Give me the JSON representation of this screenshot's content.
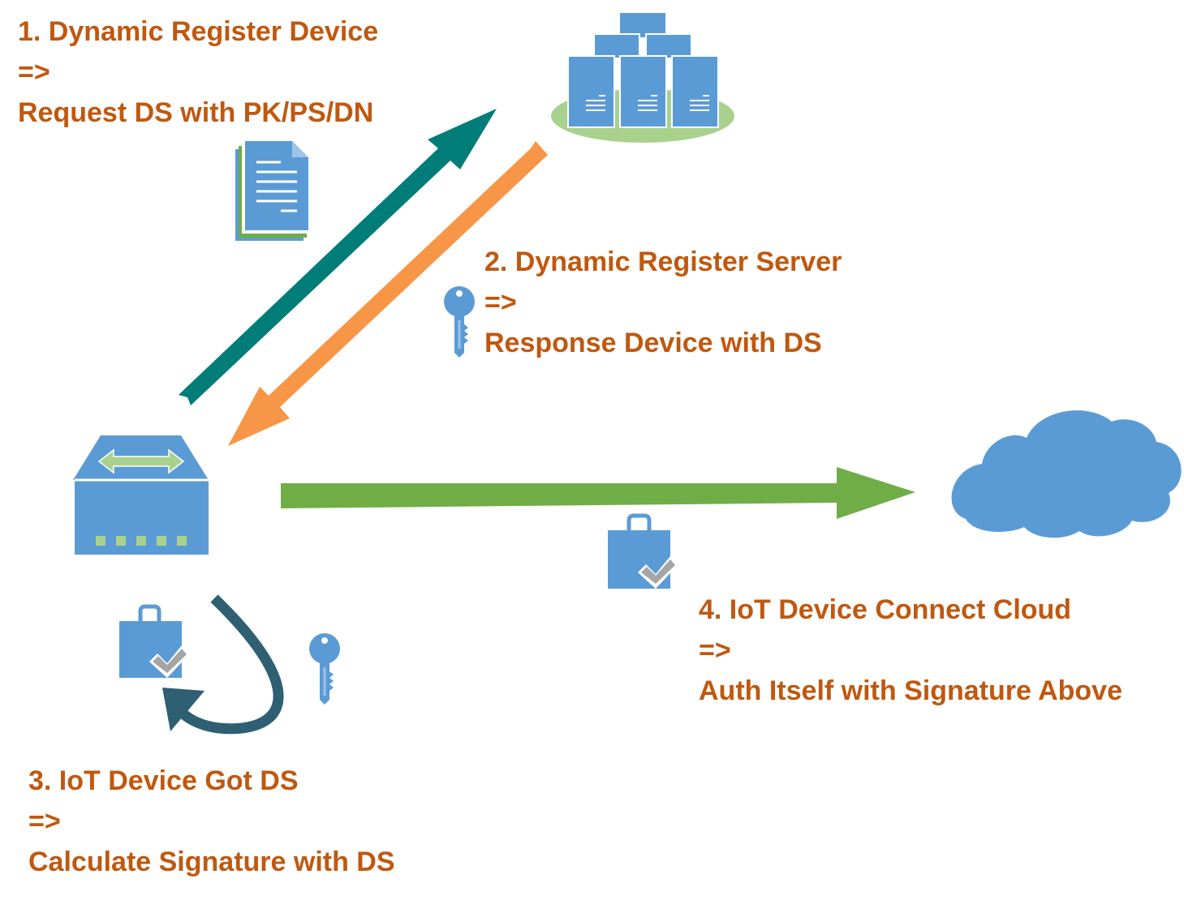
{
  "steps": [
    {
      "title": "1. Dynamic Register Device",
      "arrow": "=>",
      "detail": "Request DS with PK/PS/DN"
    },
    {
      "title": "2. Dynamic Register Server",
      "arrow": "=>",
      "detail": "Response Device with DS"
    },
    {
      "title": "3. IoT Device Got DS",
      "arrow": "=>",
      "detail": "Calculate Signature with DS"
    },
    {
      "title": "4. IoT Device Connect Cloud",
      "arrow": "=>",
      "detail": "Auth Itself with Signature Above"
    }
  ],
  "colors": {
    "text": "#c0580f",
    "icon_blue": "#5b9bd5",
    "request_arrow": "#007d78",
    "response_arrow": "#f79646",
    "connect_arrow": "#70ad47",
    "loop_arrow": "#2f5f73",
    "server_base": "#a9d18e"
  },
  "icons": [
    "server-cluster-icon",
    "document-icon",
    "key-icon",
    "network-device-icon",
    "cloud-icon",
    "certificate-bag-icon"
  ]
}
